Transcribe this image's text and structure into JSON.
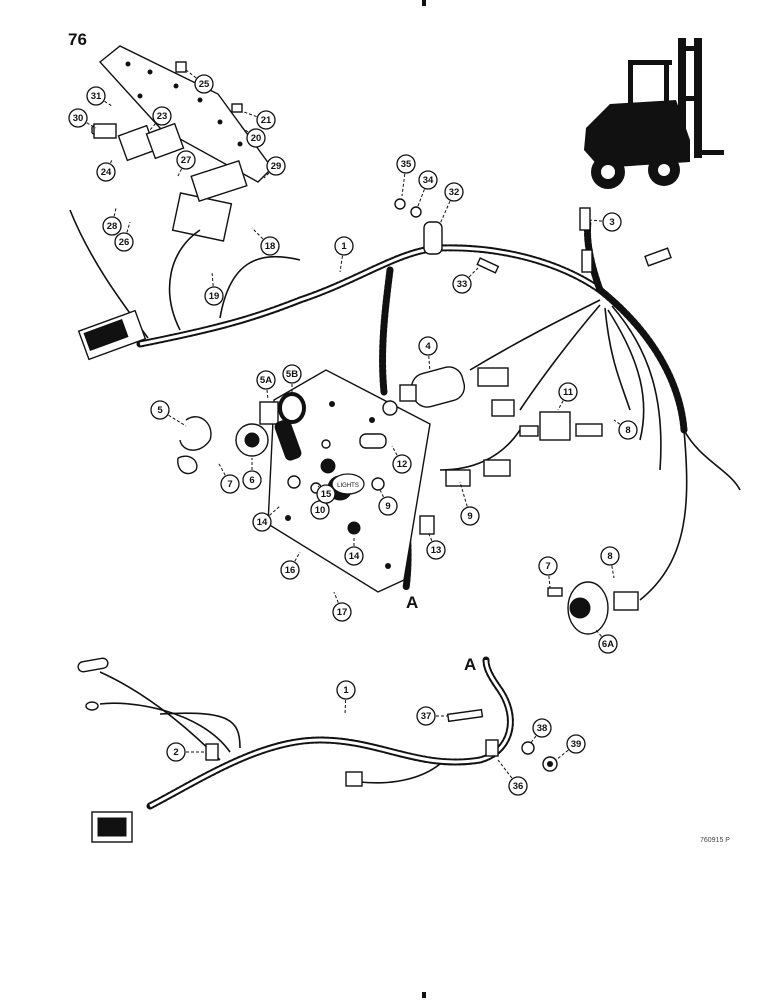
{
  "page": {
    "number": "76",
    "figure_id": "760915 P"
  },
  "section_marks": [
    "A",
    "A"
  ],
  "callouts": [
    {
      "id": "c1a",
      "label": "1"
    },
    {
      "id": "c1b",
      "label": "1"
    },
    {
      "id": "c2",
      "label": "2"
    },
    {
      "id": "c3",
      "label": "3"
    },
    {
      "id": "c4",
      "label": "4"
    },
    {
      "id": "c5",
      "label": "5"
    },
    {
      "id": "c5a",
      "label": "5A"
    },
    {
      "id": "c5b",
      "label": "5B"
    },
    {
      "id": "c6",
      "label": "6"
    },
    {
      "id": "c6a",
      "label": "6A"
    },
    {
      "id": "c7a",
      "label": "7"
    },
    {
      "id": "c7b",
      "label": "7"
    },
    {
      "id": "c8a",
      "label": "8"
    },
    {
      "id": "c8b",
      "label": "8"
    },
    {
      "id": "c9a",
      "label": "9"
    },
    {
      "id": "c9b",
      "label": "9"
    },
    {
      "id": "c10",
      "label": "10"
    },
    {
      "id": "c11",
      "label": "11"
    },
    {
      "id": "c12",
      "label": "12"
    },
    {
      "id": "c13",
      "label": "13"
    },
    {
      "id": "c14a",
      "label": "14"
    },
    {
      "id": "c14b",
      "label": "14"
    },
    {
      "id": "c15",
      "label": "15"
    },
    {
      "id": "c16",
      "label": "16"
    },
    {
      "id": "c17",
      "label": "17"
    },
    {
      "id": "c18",
      "label": "18"
    },
    {
      "id": "c19",
      "label": "19"
    },
    {
      "id": "c20",
      "label": "20"
    },
    {
      "id": "c21",
      "label": "21"
    },
    {
      "id": "c23",
      "label": "23"
    },
    {
      "id": "c24",
      "label": "24"
    },
    {
      "id": "c25",
      "label": "25"
    },
    {
      "id": "c26",
      "label": "26"
    },
    {
      "id": "c27",
      "label": "27"
    },
    {
      "id": "c28",
      "label": "28"
    },
    {
      "id": "c29",
      "label": "29"
    },
    {
      "id": "c30",
      "label": "30"
    },
    {
      "id": "c31",
      "label": "31"
    },
    {
      "id": "c32",
      "label": "32"
    },
    {
      "id": "c33",
      "label": "33"
    },
    {
      "id": "c34",
      "label": "34"
    },
    {
      "id": "c35",
      "label": "35"
    },
    {
      "id": "c36",
      "label": "36"
    },
    {
      "id": "c37",
      "label": "37"
    },
    {
      "id": "c38",
      "label": "38"
    },
    {
      "id": "c39",
      "label": "39"
    }
  ],
  "button_legend": "LIGHTS"
}
